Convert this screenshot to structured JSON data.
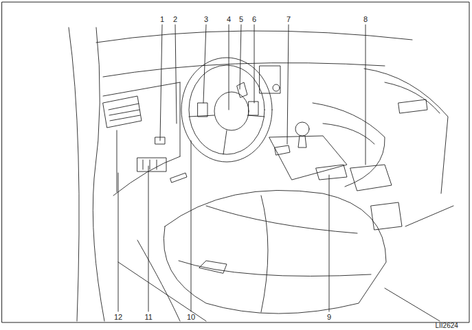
{
  "diagram": {
    "labels": [
      "1",
      "2",
      "3",
      "4",
      "5",
      "6",
      "7",
      "8",
      "12",
      "11",
      "10",
      "9",
      "LII2624"
    ]
  }
}
